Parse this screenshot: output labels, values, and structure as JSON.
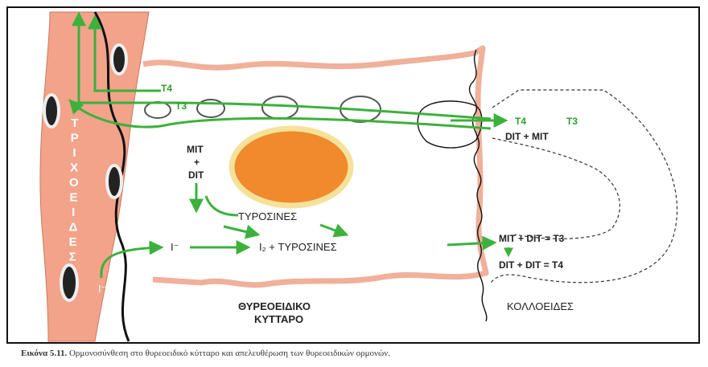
{
  "caption": {
    "label": "Εικόνα 5.11.",
    "text": "Ορμονοσύνθεση στο θυρεοειδικό κύτταρο και απελευθέρωση των θυρεοειδικών ορμονών."
  },
  "vessel": {
    "label_letters": [
      "Τ",
      "Ρ",
      "Ι",
      "Χ",
      "Ο",
      "Ε",
      "Ι",
      "Δ",
      "Ε",
      "Σ"
    ]
  },
  "labels": {
    "t4_top": "T4",
    "t3_top": "T3",
    "t4_right": "T4",
    "t3_right": "T3",
    "dit_mit_right": "DIT + MIT",
    "mit": "MIT",
    "plus": "+",
    "dit": "DIT",
    "tyrosines": "ΤΥΡΟΣΙΝΕΣ",
    "iodide_cell": "I⁻",
    "iodine_tyrosines": "I₂ + ΤΥΡΟΣΙΝΕΣ",
    "iodide_vessel": "I⁻",
    "mit_dit_t3": "MIT + DIT = T3",
    "dit_dit_t4": "DIT + DIT = T4",
    "cell_name_line1": "ΘΥΡΕΟΕΙΔΙΚΟ",
    "cell_name_line2": "ΚΥΤΤΑΡΟ",
    "colloid": "ΚΟΛΛΟΕΙΔΕΣ"
  },
  "colors": {
    "vessel_fill": "#f2a38a",
    "cell_membrane": "#f0b09a",
    "arrow_green": "#3cb13c",
    "nucleus_fill": "#f08a2c",
    "nucleus_rim": "#f5e29a",
    "text_dark": "#222222",
    "text_green": "#2e9e2e",
    "vessel_letter": "#ffffff"
  }
}
